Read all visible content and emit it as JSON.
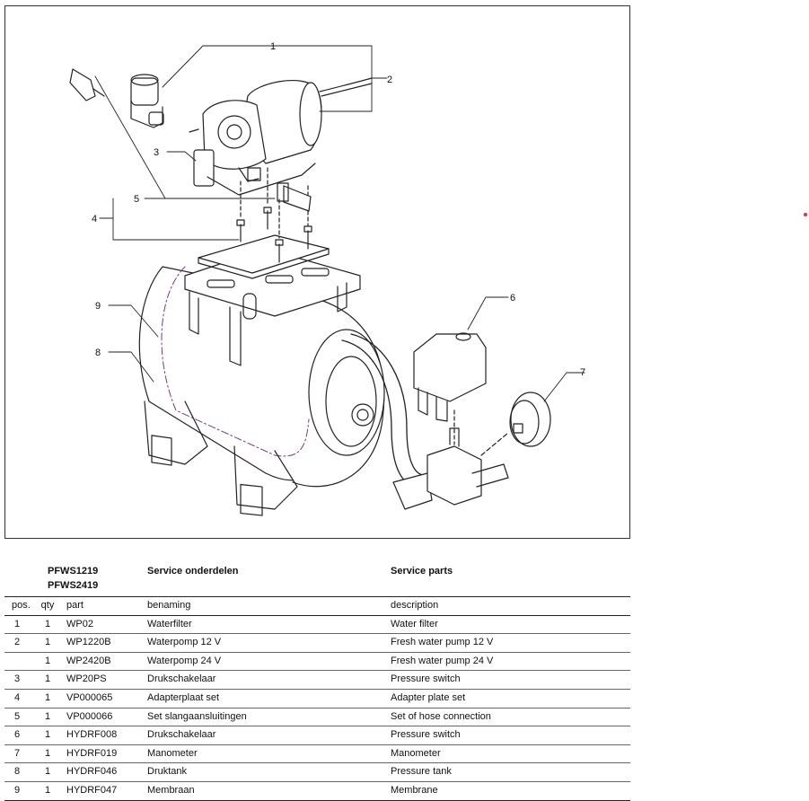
{
  "diagram": {
    "callouts": [
      "1",
      "2",
      "3",
      "4",
      "5",
      "6",
      "7",
      "8",
      "9"
    ]
  },
  "header": {
    "models": [
      "PFWS1219",
      "PFWS2419"
    ],
    "title_nl": "Service onderdelen",
    "title_en": "Service parts"
  },
  "table": {
    "columns": {
      "pos": "pos.",
      "qty": "qty",
      "part": "part",
      "nl": "benaming",
      "en": "description"
    },
    "rows": [
      {
        "pos": "1",
        "qty": "1",
        "part": "WP02",
        "nl": "Waterfilter",
        "en": "Water filter"
      },
      {
        "pos": "2",
        "qty": "1",
        "part": "WP1220B",
        "nl": "Waterpomp 12 V",
        "en": "Fresh water pump 12 V"
      },
      {
        "pos": "",
        "qty": "1",
        "part": "WP2420B",
        "nl": "Waterpomp 24 V",
        "en": "Fresh water pump 24 V"
      },
      {
        "pos": "3",
        "qty": "1",
        "part": "WP20PS",
        "nl": "Drukschakelaar",
        "en": "Pressure switch"
      },
      {
        "pos": "4",
        "qty": "1",
        "part": "VP000065",
        "nl": "Adapterplaat set",
        "en": "Adapter plate set"
      },
      {
        "pos": "5",
        "qty": "1",
        "part": "VP000066",
        "nl": "Set slangaansluitingen",
        "en": "Set of hose connection"
      },
      {
        "pos": "6",
        "qty": "1",
        "part": "HYDRF008",
        "nl": "Drukschakelaar",
        "en": "Pressure switch"
      },
      {
        "pos": "7",
        "qty": "1",
        "part": "HYDRF019",
        "nl": "Manometer",
        "en": "Manometer"
      },
      {
        "pos": "8",
        "qty": "1",
        "part": "HYDRF046",
        "nl": "Druktank",
        "en": "Pressure tank"
      },
      {
        "pos": "9",
        "qty": "1",
        "part": "HYDRF047",
        "nl": "Membraan",
        "en": "Membrane"
      }
    ]
  }
}
